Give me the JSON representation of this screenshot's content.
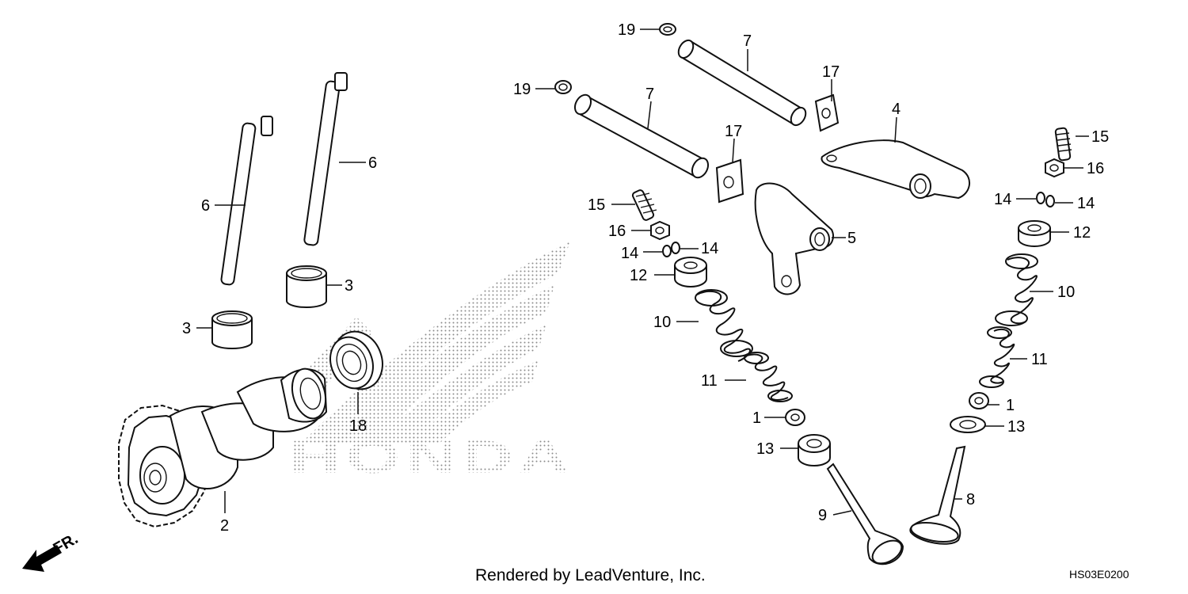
{
  "diagram": {
    "watermark_brand": "HONDA",
    "front_marker": "FR.",
    "credit": "Rendered by LeadVenture, Inc.",
    "code": "HS03E0200"
  },
  "callouts": {
    "c1a": "1",
    "c1b": "1",
    "c2": "2",
    "c3a": "3",
    "c3b": "3",
    "c4": "4",
    "c5": "5",
    "c6a": "6",
    "c6b": "6",
    "c7a": "7",
    "c7b": "7",
    "c8": "8",
    "c9": "9",
    "c10a": "10",
    "c10b": "10",
    "c11a": "11",
    "c11b": "11",
    "c12a": "12",
    "c12b": "12",
    "c13a": "13",
    "c13b": "13",
    "c14a": "14",
    "c14b": "14",
    "c14c": "14",
    "c14d": "14",
    "c15a": "15",
    "c15b": "15",
    "c16a": "16",
    "c16b": "16",
    "c17a": "17",
    "c17b": "17",
    "c18": "18",
    "c19a": "19",
    "c19b": "19"
  }
}
